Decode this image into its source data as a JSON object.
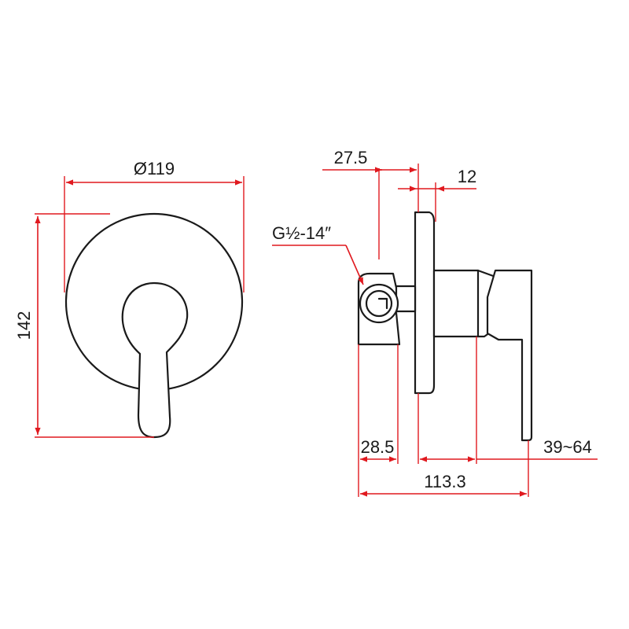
{
  "colors": {
    "dimension": "#e0191f",
    "outline": "#1a1a1a",
    "background": "#ffffff"
  },
  "front_view": {
    "diameter_label": "Ø119",
    "height_label": "142"
  },
  "side_view": {
    "inlet_offset_label": "27.5",
    "plate_thickness_label": "12",
    "thread_label": "G½-14″",
    "inlet_body_label": "28.5",
    "adjust_range_label": "39~64",
    "total_depth_label": "113.3"
  }
}
